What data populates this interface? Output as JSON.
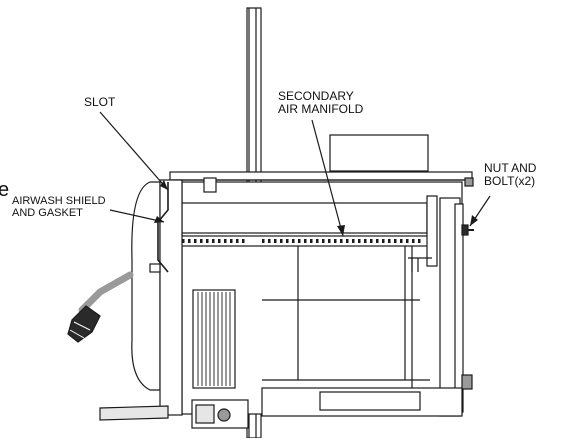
{
  "labels": {
    "slot": "SLOT",
    "secondary_air_manifold": [
      "SECONDARY",
      "AIR MANIFOLD"
    ],
    "nut_and_bolt": [
      "NUT AND",
      "BOLT(x2)"
    ],
    "airwash_shield": [
      "AIRWASH SHIELD",
      "AND GASKET"
    ],
    "fragment": "e"
  },
  "colors": {
    "line": "#1a1a1a",
    "fill_light": "#e6e6e6",
    "fill_mid": "#9a9a9a",
    "fill_dark": "#2a2a2a"
  }
}
